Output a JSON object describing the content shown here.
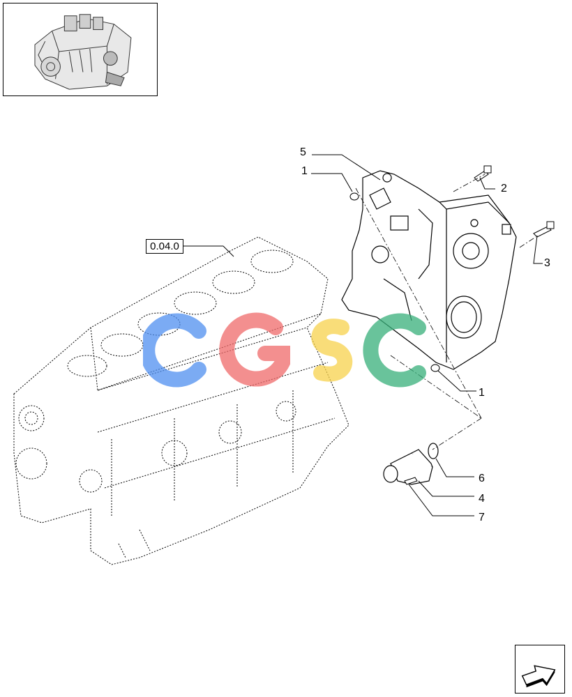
{
  "reference": {
    "label": "0.04.0"
  },
  "callouts": [
    {
      "id": "c5a",
      "text": "5"
    },
    {
      "id": "c1a",
      "text": "1"
    },
    {
      "id": "c2",
      "text": "2"
    },
    {
      "id": "c3",
      "text": "3"
    },
    {
      "id": "c1b",
      "text": "1"
    },
    {
      "id": "c6",
      "text": "6"
    },
    {
      "id": "c4",
      "text": "4"
    },
    {
      "id": "c7",
      "text": "7"
    }
  ],
  "watermark": {
    "letters": [
      "C",
      "G",
      "S",
      "C"
    ],
    "colors": [
      "#4f8ff0",
      "#f06a6a",
      "#f7d24d",
      "#37b07a"
    ]
  },
  "icons": {
    "thumbnail": "engine-thumbnail-icon",
    "nav": "next-page-arrow-icon"
  }
}
